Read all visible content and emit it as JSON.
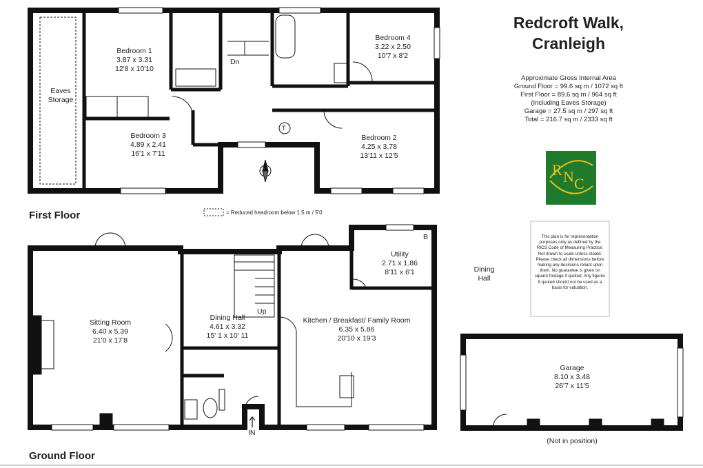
{
  "property": {
    "title_line1": "Redcroft Walk,",
    "title_line2": "Cranleigh"
  },
  "areas": {
    "heading": "Approximate Gross Internal Area",
    "ground": "Ground Floor = 99.6 sq m / 1072 sq ft",
    "first": "First Floor = 89.6 sq m / 964 sq ft",
    "eaves": "(Including Eaves Storage)",
    "garage": "Garage = 27.5 sq m / 297 sq ft",
    "total": "Total = 216.7 sq m / 2333 sq ft"
  },
  "logo": {
    "letters": [
      "R",
      "N",
      "C"
    ],
    "bg": "#1f7a2e",
    "fg": "#e3c31b"
  },
  "disclaimer": "This plan is for representation purposes only as defined by the RICS Code of Measuring Practice. Not drawn to scale unless stated. Please check all dimensions before making any decisions reliant upon them. No guarantee is given on square footage if quoted. Any figures if quoted should not be used as a basis for valuation.",
  "floors": {
    "first": "First Floor",
    "ground": "Ground Floor"
  },
  "legend": "= Reduced headroom below 1.5 m / 5'0",
  "rooms_first": {
    "bedroom1": {
      "name": "Bedroom 1",
      "metric": "3.87 x 3.31",
      "imperial": "12'8 x 10'10"
    },
    "bedroom3": {
      "name": "Bedroom 3",
      "metric": "4.89 x 2.41",
      "imperial": "16'1 x 7'11"
    },
    "bedroom4": {
      "name": "Bedroom 4",
      "metric": "3.22 x 2.50",
      "imperial": "10'7 x 8'2"
    },
    "bedroom2": {
      "name": "Bedroom 2",
      "metric": "4.25 x 3.78",
      "imperial": "13'11 x 12'5"
    },
    "eaves": {
      "line1": "Eaves",
      "line2": "Storage"
    },
    "dn": "Dn",
    "t": "T",
    "compass": "N"
  },
  "rooms_ground": {
    "sitting": {
      "name": "Sitting Room",
      "metric": "6.40 x 5.39",
      "imperial": "21'0 x 17'8"
    },
    "dining": {
      "name": "Dining Hall",
      "metric": "4.61 x 3.32",
      "imperial": "15' 1 x 10' 11"
    },
    "kitchen": {
      "name": "Kitchen / Breakfast/ Family Room",
      "metric": "6.35 x 5.86",
      "imperial": "20'10 x 19'3"
    },
    "utility": {
      "name": "Utility",
      "metric": "2.71 x 1.86",
      "imperial": "8'11 x 6'1"
    },
    "up": "Up",
    "in": "IN",
    "b": "B"
  },
  "side_label": {
    "line1": "Dining",
    "line2": "Hall"
  },
  "garage": {
    "name": "Garage",
    "metric": "8.10 x 3.48",
    "imperial": "26'7 x 11'5",
    "note": "(Not in position)"
  }
}
